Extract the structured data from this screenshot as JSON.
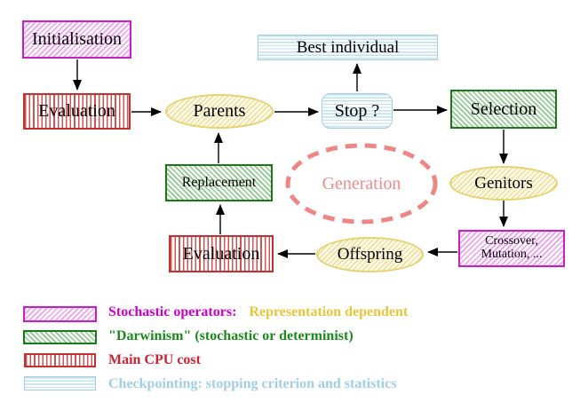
{
  "diagram": {
    "nodes": {
      "initialisation": {
        "label": "Initialisation",
        "style": "magenta-diagonal-hatch"
      },
      "best_individual": {
        "label": "Best individual",
        "style": "cyan-horizontal-stripes"
      },
      "evaluation_top": {
        "label": "Evaluation",
        "style": "red-vertical-stripes"
      },
      "parents": {
        "label": "Parents",
        "style": "yellow-hatch-ellipse"
      },
      "stop": {
        "label": "Stop ?",
        "style": "cyan-horizontal-stripes-rounded"
      },
      "selection": {
        "label": "Selection",
        "style": "green-diagonal-hatch"
      },
      "replacement": {
        "label": "Replacement",
        "style": "green-diagonal-hatch"
      },
      "generation": {
        "label": "Generation",
        "style": "salmon-dashed-ellipse"
      },
      "genitors": {
        "label": "Genitors",
        "style": "yellow-hatch-ellipse"
      },
      "evaluation_bottom": {
        "label": "Evaluation",
        "style": "red-vertical-stripes"
      },
      "offspring": {
        "label": "Offspring",
        "style": "yellow-hatch-ellipse"
      },
      "crossover": {
        "label_line1": "Crossover,",
        "label_line2": "Mutation, ...",
        "style": "magenta-diagonal-hatch"
      }
    },
    "edges": [
      {
        "from": "Initialisation",
        "to": "Evaluation"
      },
      {
        "from": "Evaluation",
        "to": "Parents"
      },
      {
        "from": "Parents",
        "to": "Stop ?"
      },
      {
        "from": "Stop ?",
        "to": "Best individual"
      },
      {
        "from": "Stop ?",
        "to": "Selection"
      },
      {
        "from": "Selection",
        "to": "Genitors"
      },
      {
        "from": "Genitors",
        "to": "Crossover, Mutation, ..."
      },
      {
        "from": "Crossover, Mutation, ...",
        "to": "Offspring"
      },
      {
        "from": "Offspring",
        "to": "Evaluation"
      },
      {
        "from": "Evaluation",
        "to": "Replacement"
      },
      {
        "from": "Replacement",
        "to": "Parents"
      }
    ]
  },
  "legend": {
    "items": [
      {
        "swatch": "magenta-diagonal-hatch",
        "label": "Stochastic operators:",
        "label2": "Representation dependent"
      },
      {
        "swatch": "green-diagonal-hatch",
        "label": "\"Darwinism\" (stochastic or determinist)"
      },
      {
        "swatch": "red-vertical-stripes",
        "label": "Main CPU cost"
      },
      {
        "swatch": "cyan-horizontal-stripes",
        "label": "Checkpointing: stopping criterion and statistics"
      }
    ]
  },
  "colors": {
    "magenta": "#cc00cc",
    "magenta_hatch": "#f09cf0",
    "green": "#1a7a1a",
    "green_hatch": "#8cc88c",
    "red": "#c23030",
    "red_stripe": "#d05454",
    "cyan": "#9fcfe0",
    "cyan_stripe": "#bfe0ee",
    "yellow_border": "#e6d270",
    "yellow_hatch": "#efdf9d",
    "gold_text": "#e7c63c",
    "salmon": "#ec8c8c",
    "arrow": "#000000",
    "background": "#ffffff"
  }
}
